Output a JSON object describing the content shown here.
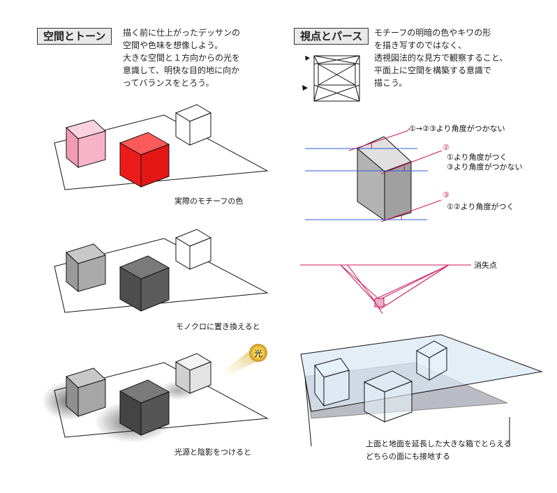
{
  "left": {
    "title": "空間とトーン",
    "desc": [
      "描く前に仕上がったデッサンの",
      "空間や色味を想像しよう。",
      "大きな空間と１方向からの光を",
      "意識して、明快な目的地に向か",
      "ってバランスをとろう。"
    ],
    "captions": [
      "実際のモチーフの色",
      "モノクロに置き換えると",
      "光源と陰影をつけると"
    ],
    "light_label": "光"
  },
  "right": {
    "title": "視点とパース",
    "desc": [
      "モチーフの明暗の色やキワの形",
      "を描き写すのではなく、",
      "透視図法的な見方で観察すること、",
      "平面上に空間を構築する意識で",
      "描こう。"
    ],
    "note1": "①→②③より角度がつかない",
    "note2_mark": "②",
    "note2_lines": [
      "①より角度がつく",
      "③より角度がつかない"
    ],
    "note3_mark": "③",
    "note3": "①②より角度がつく",
    "vanishing_label": "消失点",
    "bottom_caption": [
      "上面と地面を延長した大きな箱でとらえる",
      "どちらの面にも接地する"
    ]
  },
  "colors": {
    "pink": "#f7b3c8",
    "red": "#ee1b1b",
    "magenta": "#d0175b",
    "blue": "#2b5bd6",
    "gray_cube": "#a9a9a9",
    "dark_cube": "#555555"
  }
}
